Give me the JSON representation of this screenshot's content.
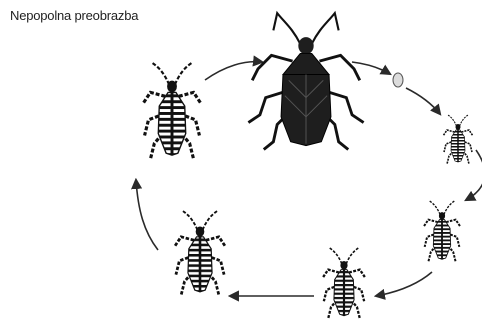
{
  "title": "Nepopolna preobrazba",
  "colors": {
    "ink": "#111111",
    "adult_body": "#1e1e1e",
    "arrow": "#2a2a2a",
    "egg": "#dcdcdc",
    "background": "#ffffff"
  },
  "stages": [
    {
      "id": "adult",
      "icon": "bug-adult-icon"
    },
    {
      "id": "egg",
      "icon": "egg-icon"
    },
    {
      "id": "nymph-1",
      "icon": "bug-nymph-icon"
    },
    {
      "id": "nymph-2",
      "icon": "bug-nymph-icon"
    },
    {
      "id": "nymph-3",
      "icon": "bug-nymph-icon"
    },
    {
      "id": "nymph-4",
      "icon": "bug-nymph-icon"
    },
    {
      "id": "nymph-5",
      "icon": "bug-nymph-icon"
    }
  ]
}
